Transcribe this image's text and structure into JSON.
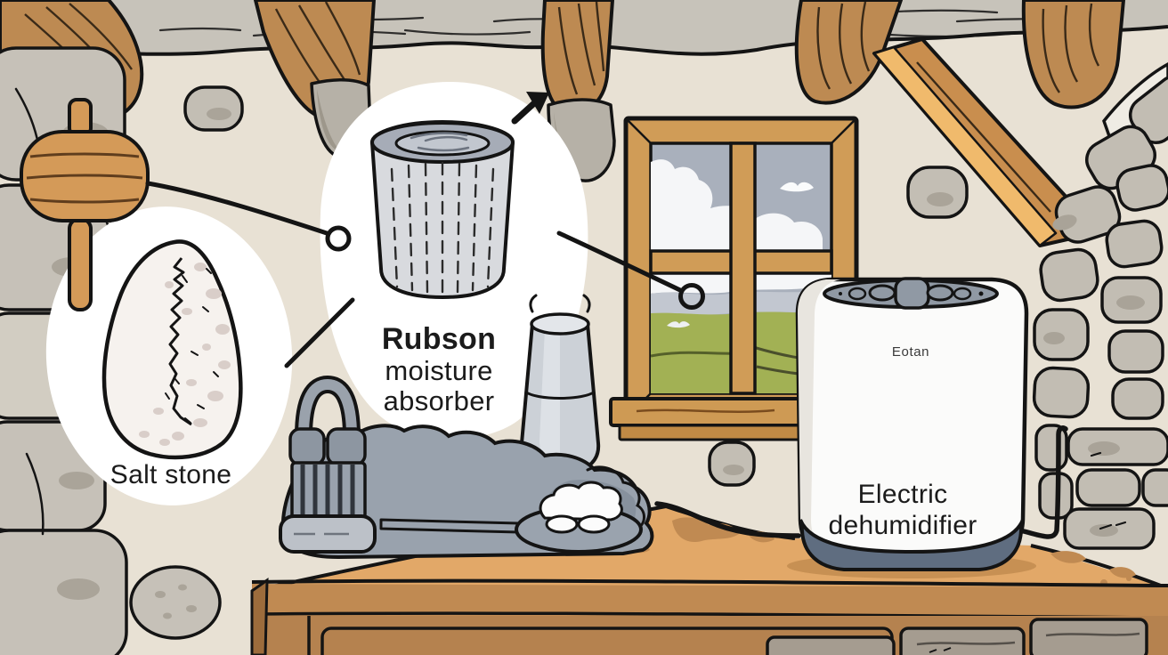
{
  "illustration": {
    "labels": {
      "salt_stone": "Salt stone",
      "absorber_brand": "Rubson",
      "absorber_line1": "moisture",
      "absorber_line2": "absorber",
      "dehumidifier_brand": "Eotan",
      "dehumidifier_line1": "Electric",
      "dehumidifier_line2": "dehumidifier"
    },
    "icons": {
      "arrow_up_right_icon": "↗",
      "callout_endpoint": "○"
    },
    "colors": {
      "wall": "#e8e1d4",
      "ceiling": "#c7c3ba",
      "beam_wood": "#bd8a52",
      "beam_light": "#f0ba6c",
      "stone": "#c6c1b8",
      "stone_dark": "#aaa499",
      "highlight_blob": "#ffffff",
      "salt_rock": "#f6f2ee",
      "salt_speckle": "#d9cec9",
      "absorber_body": "#d8dade",
      "absorber_lid": "#a6acb7",
      "window_frame": "#d09c57",
      "sky": "#a9b0bc",
      "cloud": "#f5f6f8",
      "grass": "#a2b154",
      "device_white": "#fbfbfa",
      "device_base": "#5f6d80",
      "control_panel": "#9099a4",
      "table_top": "#e2a868",
      "table_front": "#b5824f",
      "metal_grey": "#99a2ad",
      "outline": "#141414"
    }
  }
}
